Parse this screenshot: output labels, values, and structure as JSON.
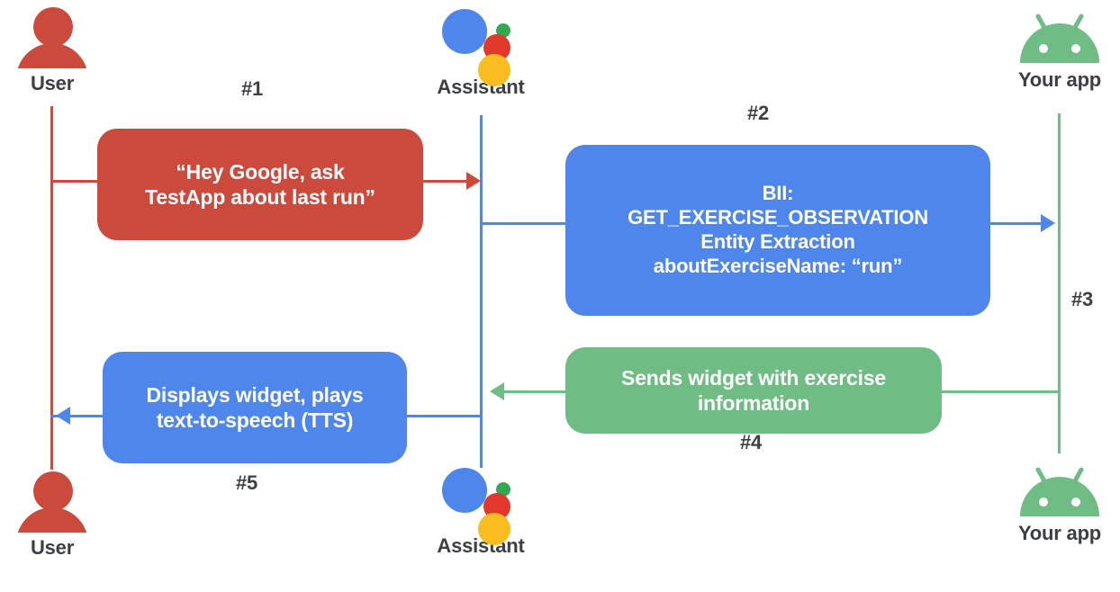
{
  "diagram": {
    "title": "Assistant App Actions sequence flow",
    "colors": {
      "red": "#cb4a3c",
      "blue": "#4e86ec",
      "green": "#6fbc84",
      "assistant_blue": "#4e86ec",
      "assistant_red": "#e0392c",
      "assistant_yellow": "#f9bd20",
      "assistant_green": "#34a853",
      "text_dark": "#3c4043"
    },
    "actors": [
      {
        "id": "user-top",
        "label": "User",
        "icon": "user-icon"
      },
      {
        "id": "assistant-top",
        "label": "Assistant",
        "icon": "assistant-icon"
      },
      {
        "id": "app-top",
        "label": "Your app",
        "icon": "android-icon"
      },
      {
        "id": "user-bottom",
        "label": "User",
        "icon": "user-icon"
      },
      {
        "id": "assistant-bottom",
        "label": "Assistant",
        "icon": "assistant-icon"
      },
      {
        "id": "app-bottom",
        "label": "Your app",
        "icon": "android-icon"
      }
    ],
    "steps": [
      {
        "num": "#1"
      },
      {
        "num": "#2"
      },
      {
        "num": "#3"
      },
      {
        "num": "#4"
      },
      {
        "num": "#5"
      }
    ],
    "messages": [
      {
        "id": "msg-1",
        "step": "#1",
        "color": "red",
        "from": "User",
        "to": "Assistant",
        "lines": [
          "“Hey Google, ask",
          "TestApp about last run”"
        ]
      },
      {
        "id": "msg-2",
        "step": "#2",
        "color": "blue",
        "from": "Assistant",
        "to": "Your app",
        "lines": [
          "BII:",
          "GET_EXERCISE_OBSERVATION",
          "Entity Extraction",
          "aboutExerciseName: “run”"
        ]
      },
      {
        "id": "msg-4",
        "step": "#4",
        "color": "green",
        "from": "Your app",
        "to": "Assistant",
        "lines": [
          "Sends widget with exercise",
          "information"
        ]
      },
      {
        "id": "msg-5",
        "step": "#5",
        "color": "blue",
        "from": "Assistant",
        "to": "User",
        "lines": [
          "Displays widget, plays",
          "text-to-speech (TTS)"
        ]
      }
    ],
    "message_text": {
      "msg1_l1": "“Hey Google, ask",
      "msg1_l2": "TestApp about last run”",
      "msg2_l1": "BII:",
      "msg2_l2": "GET_EXERCISE_OBSERVATION",
      "msg2_l3": "Entity Extraction",
      "msg2_l4": "aboutExerciseName: “run”",
      "msg4_l1": "Sends widget with exercise",
      "msg4_l2": "information",
      "msg5_l1": "Displays widget, plays",
      "msg5_l2": "text-to-speech (TTS)"
    }
  }
}
